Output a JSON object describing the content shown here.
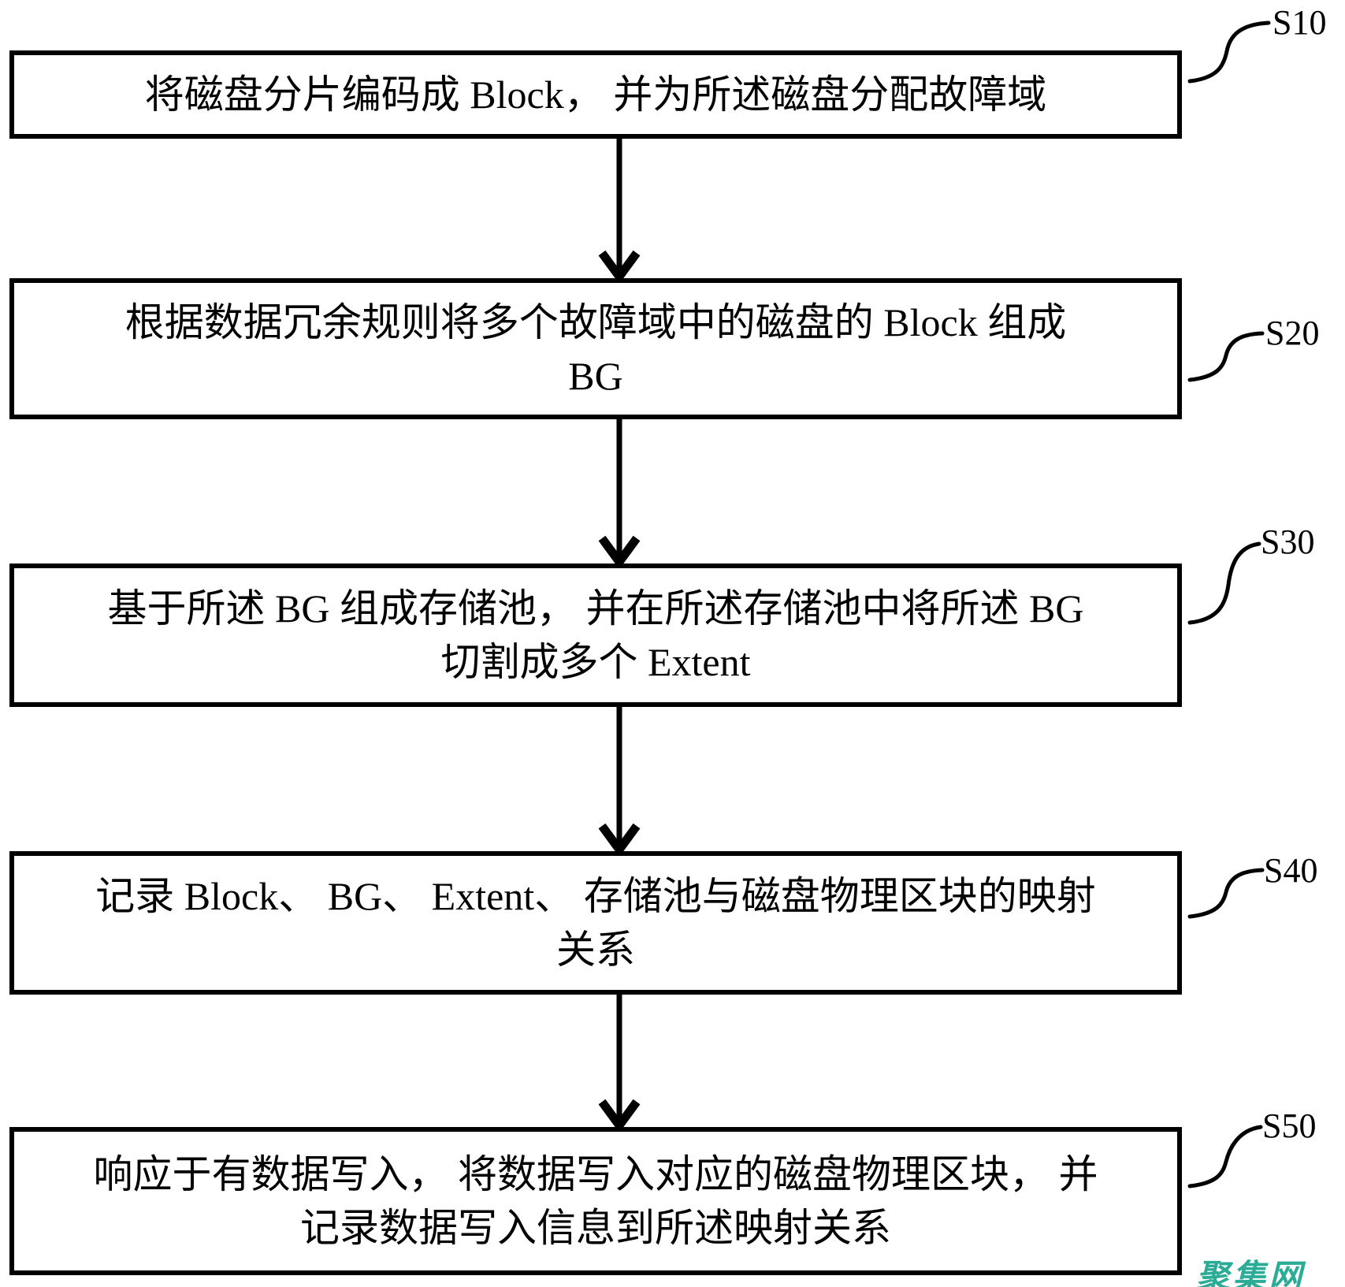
{
  "figure": {
    "type": "flowchart",
    "background": "#ffffff",
    "line_color": "#000000",
    "steps": [
      {
        "label": "S10",
        "lines": [
          "将磁盘分片编码成 Block， 并为所述磁盘分配故障域",
          ""
        ]
      },
      {
        "label": "S20",
        "lines": [
          "根据数据冗余规则将多个故障域中的磁盘的 Block 组成",
          "BG"
        ]
      },
      {
        "label": "S30",
        "lines": [
          "基于所述 BG 组成存储池， 并在所述存储池中将所述 BG",
          "切割成多个 Extent"
        ]
      },
      {
        "label": "S40",
        "lines": [
          "记录 Block、 BG、 Extent、 存储池与磁盘物理区块的映射",
          "关系"
        ]
      },
      {
        "label": "S50",
        "lines": [
          "响应于有数据写入， 将数据写入对应的磁盘物理区块， 并",
          "记录数据写入信息到所述映射关系"
        ]
      }
    ],
    "watermark": {
      "text": "聚集网",
      "color": "#2cab97"
    }
  }
}
